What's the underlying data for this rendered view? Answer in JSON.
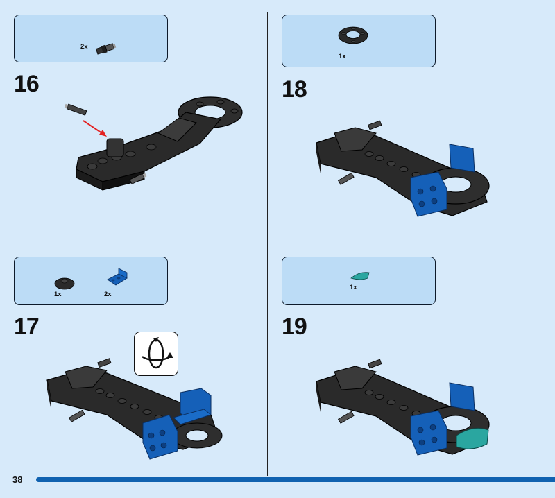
{
  "page": {
    "number": "38"
  },
  "steps": [
    {
      "label": "16",
      "callout": [
        {
          "qty": "2x",
          "part": "pin-part"
        }
      ]
    },
    {
      "label": "17",
      "callout": [
        {
          "qty": "1x",
          "part": "round-plate-part"
        },
        {
          "qty": "2x",
          "part": "bracket-part"
        }
      ]
    },
    {
      "label": "18",
      "callout": [
        {
          "qty": "1x",
          "part": "ring-part"
        }
      ]
    },
    {
      "label": "19",
      "callout": [
        {
          "qty": "1x",
          "part": "teal-curved-part"
        }
      ]
    }
  ],
  "icons": {
    "rotate": "rotate-model-icon",
    "arrow": "red-arrow-icon"
  },
  "colors": {
    "background": "#d7eafa",
    "callout": "#bcdcf6",
    "footer": "#1062b0",
    "blue_part": "#1560b8",
    "teal_part": "#2aa6a0",
    "black_part": "#2a2a2a",
    "arrow": "#e32222"
  }
}
